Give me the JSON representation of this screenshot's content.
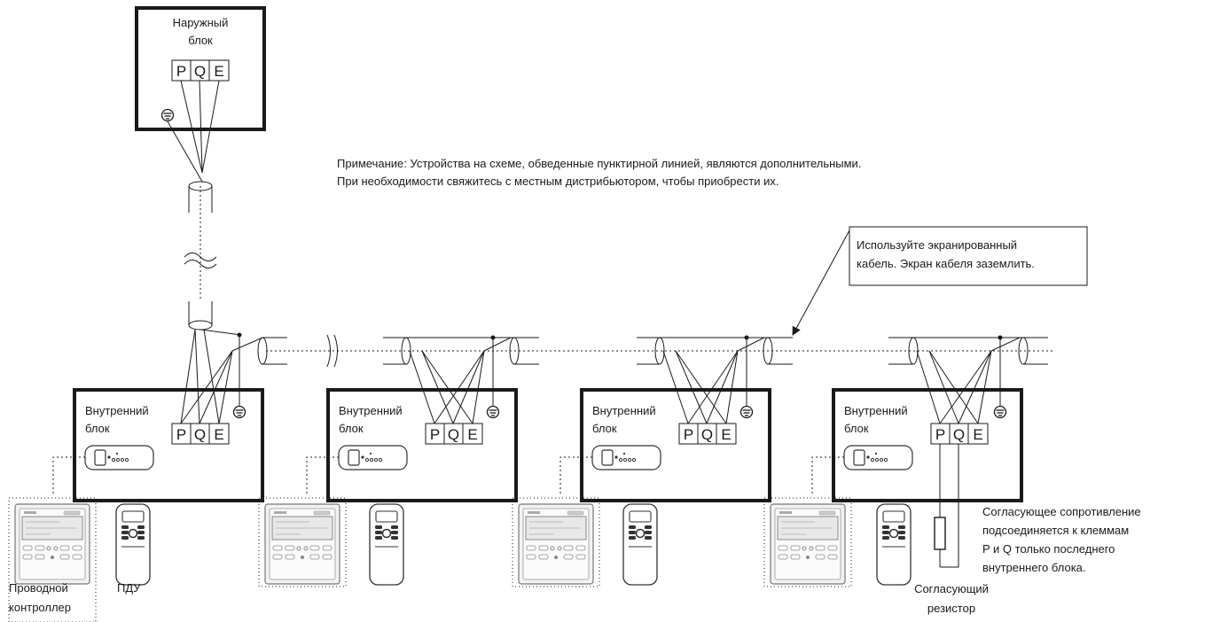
{
  "outdoor_unit": {
    "label_line1": "Наружный",
    "label_line2": "блок",
    "terminals": [
      "P",
      "Q",
      "E"
    ]
  },
  "note": {
    "line1": "Примечание: Устройства на схеме, обведенные пунктирной линией, являются дополнительными.",
    "line2": "При необходимости свяжитесь с местным дистрибьютором, чтобы приобрести их."
  },
  "callout": {
    "line1": "Используйте экранированный",
    "line2": "кабель. Экран кабеля заземлить."
  },
  "indoor_units": [
    {
      "label_line1": "Внутренний",
      "label_line2": "блок",
      "terminals": [
        "P",
        "Q",
        "E"
      ]
    },
    {
      "label_line1": "Внутренний",
      "label_line2": "блок",
      "terminals": [
        "P",
        "Q",
        "E"
      ]
    },
    {
      "label_line1": "Внутренний",
      "label_line2": "блок",
      "terminals": [
        "P",
        "Q",
        "E"
      ]
    },
    {
      "label_line1": "Внутренний",
      "label_line2": "блок",
      "terminals": [
        "P",
        "Q",
        "E"
      ]
    }
  ],
  "wired_controller": {
    "line1": "Проводной",
    "line2": "контроллер"
  },
  "remote_label": "ПДУ",
  "resistor": {
    "line1": "Согласующий",
    "line2": "резистор"
  },
  "resistor_note": {
    "line1": "Согласующее сопротивление",
    "line2": "подсоединяется к клеммам",
    "line3": "P и Q только последнего",
    "line4": "внутреннего блока."
  }
}
